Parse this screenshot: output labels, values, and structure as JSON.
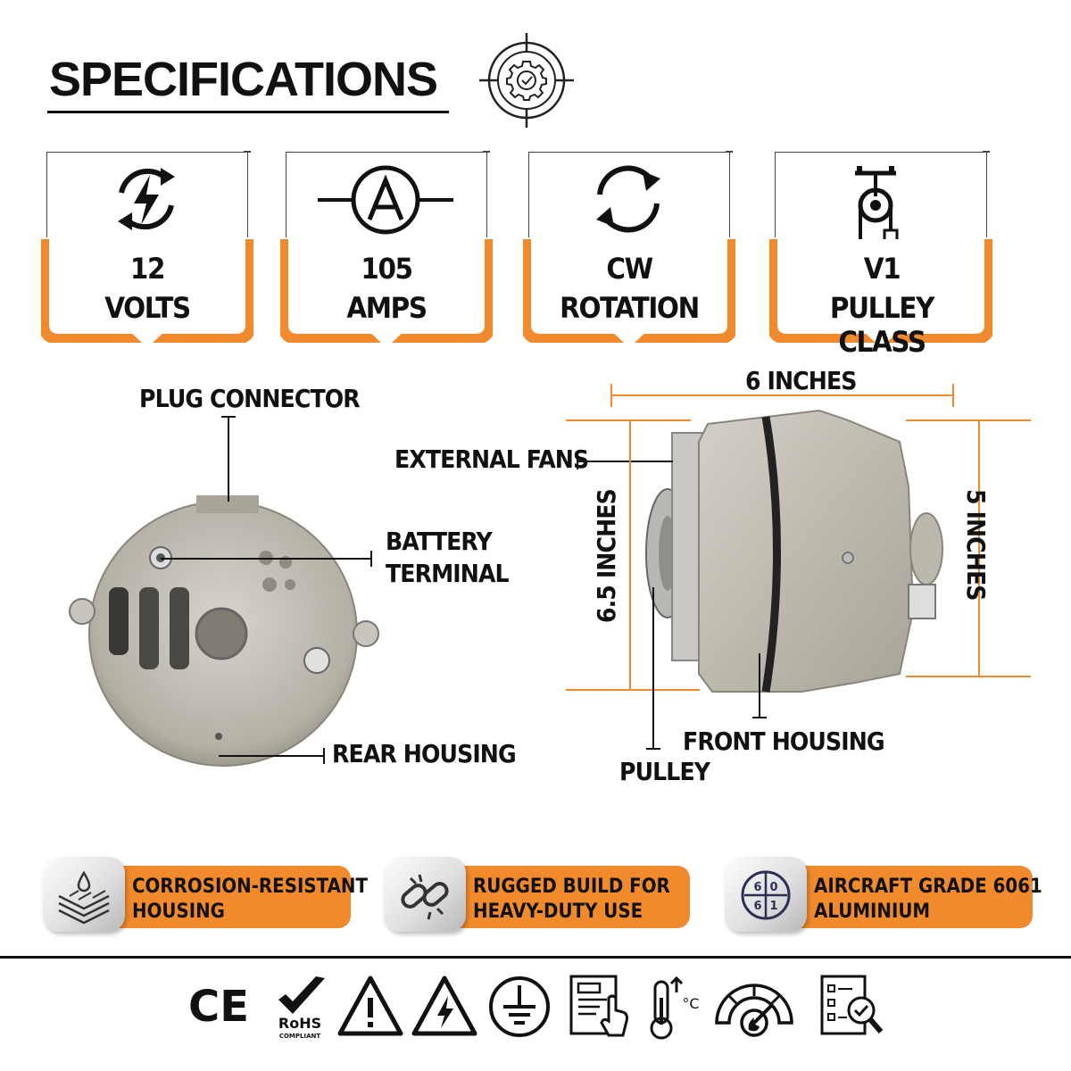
{
  "heading": "SPECIFICATIONS",
  "accent_color": "#f08a2c",
  "specs": [
    {
      "icon": "voltage-cycle-icon",
      "line1": "12",
      "line2": "VOLTS"
    },
    {
      "icon": "ampere-icon",
      "line1": "105",
      "line2": "AMPS"
    },
    {
      "icon": "rotation-arrows-icon",
      "line1": "CW",
      "line2": "ROTATION"
    },
    {
      "icon": "pulley-icon",
      "line1": "V1",
      "line2": "PULLEY CLASS"
    }
  ],
  "rear_view": {
    "plug_connector": "PLUG CONNECTOR",
    "battery_terminal_1": "BATTERY",
    "battery_terminal_2": "TERMINAL",
    "rear_housing": "REAR HOUSING"
  },
  "side_view": {
    "width_dim": "6 INCHES",
    "external_fans": "EXTERNAL FANS",
    "height_dim": "6.5 INCHES",
    "body_dim": "5 INCHES",
    "front_housing": "FRONT HOUSING",
    "pulley": "PULLEY"
  },
  "features": [
    {
      "icon": "corrosion-layers-icon",
      "line1": "CORROSION-RESISTANT",
      "line2": "HOUSING"
    },
    {
      "icon": "broken-chain-icon",
      "line1": "RUGGED BUILD FOR",
      "line2": "HEAVY-DUTY USE"
    },
    {
      "icon": "alloy-6061-icon",
      "line1": "AIRCRAFT GRADE 6061",
      "line2": "ALUMINIUM",
      "digits": [
        "6",
        "0",
        "6",
        "1"
      ]
    }
  ],
  "certifications": {
    "ce": "CE",
    "rohs": "RoHS",
    "rohs_sub": "COMPLIANT",
    "temp_unit": "°C"
  }
}
